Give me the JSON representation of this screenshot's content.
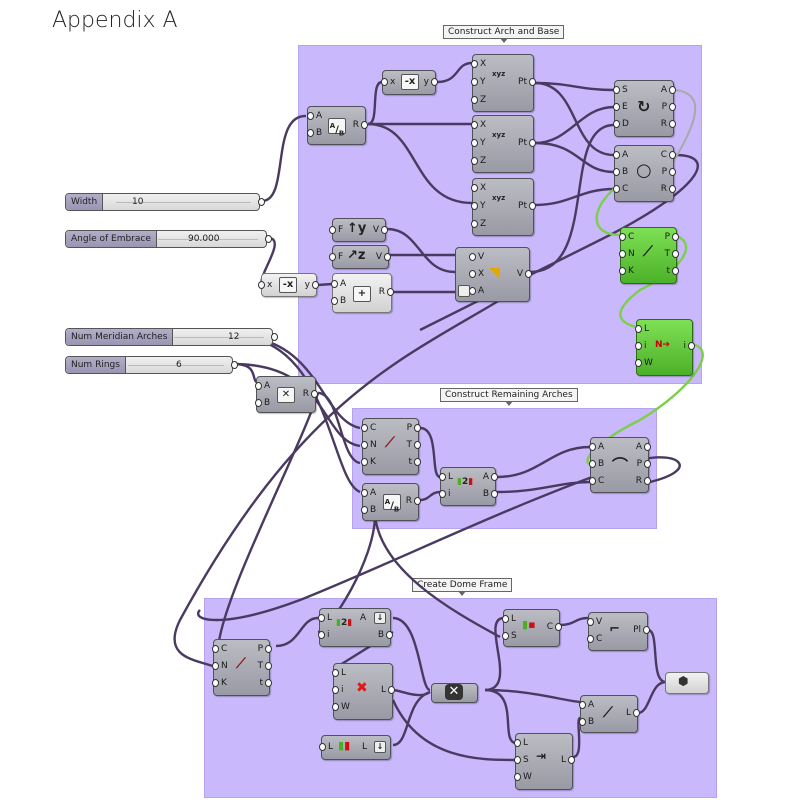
{
  "page_title": "Appendix A",
  "groups": {
    "arch_base": "Construct Arch and Base",
    "remaining_arches": "Construct Remaining Arches",
    "dome_frame": "Create Dome Frame"
  },
  "sliders": {
    "width": {
      "label": "Width",
      "value": "10"
    },
    "angle": {
      "label": "Angle of Embrace",
      "value": "90.000"
    },
    "meridian": {
      "label": "Num Meridian Arches",
      "value": "12"
    },
    "rings": {
      "label": "Num Rings",
      "value": "6"
    }
  },
  "components": {
    "divide1": {
      "icon": "A/B",
      "in": [
        "A",
        "B"
      ],
      "out": [
        "R"
      ]
    },
    "negate1": {
      "icon": "-x",
      "in": [
        "x"
      ],
      "out": [
        "y"
      ]
    },
    "negate2": {
      "icon": "-x",
      "in": [
        "x"
      ],
      "out": [
        "y"
      ]
    },
    "pt1": {
      "icon": "XYZ",
      "in": [
        "X",
        "Y",
        "Z"
      ],
      "out": [
        "Pt"
      ]
    },
    "pt2": {
      "icon": "XYZ",
      "in": [
        "X",
        "Y",
        "Z"
      ],
      "out": [
        "Pt"
      ]
    },
    "pt3": {
      "icon": "XYZ",
      "in": [
        "X",
        "Y",
        "Z"
      ],
      "out": [
        "Pt"
      ]
    },
    "arc_sed": {
      "icon": "arc-sed",
      "in": [
        "S",
        "E",
        "D"
      ],
      "out": [
        "A",
        "P",
        "R"
      ]
    },
    "circle3pt": {
      "icon": "circle",
      "in": [
        "A",
        "B",
        "C"
      ],
      "out": [
        "C",
        "P",
        "R"
      ]
    },
    "unit_y": {
      "icon": "↑y",
      "in": [
        "F"
      ],
      "out": [
        "V"
      ]
    },
    "unit_z": {
      "icon": "↗z",
      "in": [
        "F"
      ],
      "out": [
        "V"
      ]
    },
    "rotate_vec": {
      "icon": "rotate",
      "in": [
        "V",
        "X",
        "A"
      ],
      "out": [
        "V"
      ]
    },
    "addition": {
      "icon": "+",
      "in": [
        "A",
        "B"
      ],
      "out": [
        "R"
      ]
    },
    "divide_curve_green": {
      "icon": "div-curve",
      "in": [
        "C",
        "N",
        "K"
      ],
      "out": [
        "P",
        "T",
        "t"
      ]
    },
    "insert_items_green": {
      "icon": "N-insert",
      "in": [
        "L",
        "i",
        "W"
      ],
      "out": [
        "i"
      ]
    },
    "multiply": {
      "icon": "×",
      "in": [
        "A",
        "B"
      ],
      "out": [
        "R"
      ]
    },
    "divide_curve2": {
      "icon": "div-curve",
      "in": [
        "C",
        "N",
        "K"
      ],
      "out": [
        "P",
        "T",
        "t"
      ]
    },
    "divide2": {
      "icon": "A/B",
      "in": [
        "A",
        "B"
      ],
      "out": [
        "R"
      ]
    },
    "split_list1": {
      "icon": "split",
      "in": [
        "L",
        "i"
      ],
      "out": [
        "A",
        "B"
      ]
    },
    "arc3pt": {
      "icon": "arc3",
      "in": [
        "A",
        "B",
        "C"
      ],
      "out": [
        "A",
        "P",
        "R"
      ]
    },
    "divide_curve3": {
      "icon": "div-curve",
      "in": [
        "C",
        "N",
        "K"
      ],
      "out": [
        "P",
        "T",
        "t"
      ]
    },
    "split_list2": {
      "icon": "split",
      "in": [
        "L",
        "i"
      ],
      "out": [
        "A",
        "B"
      ]
    },
    "cull_index": {
      "icon": "cull",
      "in": [
        "L",
        "i",
        "W"
      ],
      "out": [
        "L"
      ]
    },
    "reverse_list": {
      "icon": "reverse",
      "in": [
        "L"
      ],
      "out": [
        "L"
      ]
    },
    "merge_hex": {
      "icon": "×",
      "in": [],
      "out": []
    },
    "cross_ref": {
      "icon": "cross",
      "in": [
        "L",
        "S"
      ],
      "out": [
        "C"
      ]
    },
    "polyline": {
      "icon": "polyline",
      "in": [
        "V",
        "C"
      ],
      "out": [
        "Pl"
      ]
    },
    "line_ab": {
      "icon": "line",
      "in": [
        "A",
        "B"
      ],
      "out": [
        "L"
      ]
    },
    "shift_list": {
      "icon": "shift",
      "in": [
        "L",
        "S",
        "W"
      ],
      "out": [
        "L"
      ]
    },
    "geometry_param": {
      "icon": "hex-spiral",
      "in": [],
      "out": []
    }
  },
  "colors": {
    "group_fill": "#c9b8fb",
    "wire": "#4a3a60",
    "wire_green": "#7ccf4a",
    "component_grey": "#a8a8b2",
    "component_green": "#5cc235"
  }
}
